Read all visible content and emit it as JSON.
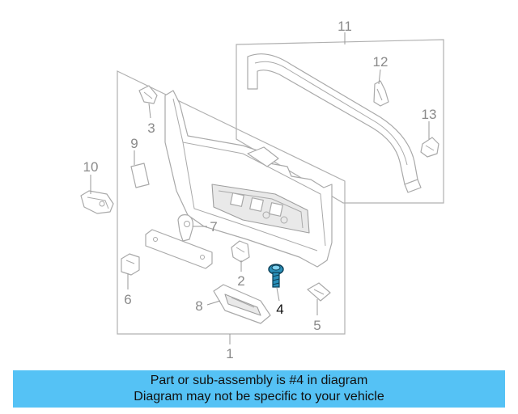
{
  "diagram": {
    "callouts": {
      "c1": "1",
      "c2": "2",
      "c3": "3",
      "c4": "4",
      "c5": "5",
      "c6": "6",
      "c7": "7",
      "c8": "8",
      "c9": "9",
      "c10": "10",
      "c11": "11",
      "c12": "12",
      "c13": "13"
    },
    "highlighted_part": "4",
    "highlight_color": "#2a8fb8"
  },
  "banner": {
    "line1": "Part or sub-assembly is #4 in diagram",
    "line2": "Diagram may not be specific to your vehicle",
    "background": "#55c2f5"
  }
}
